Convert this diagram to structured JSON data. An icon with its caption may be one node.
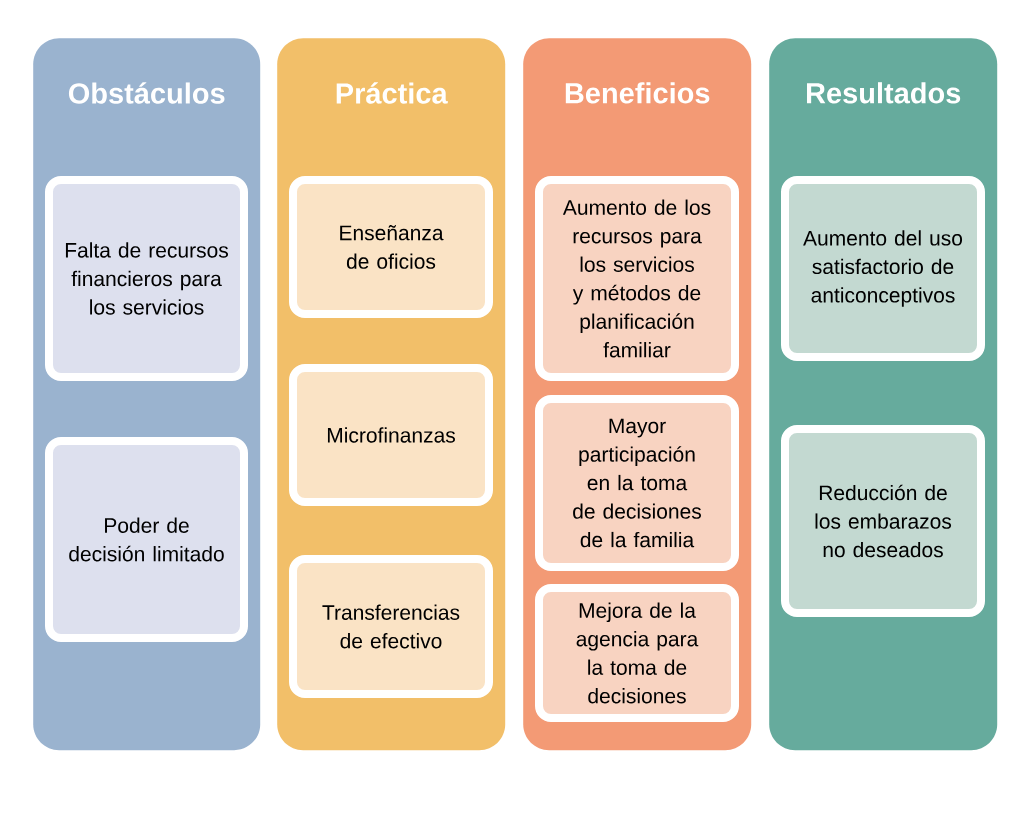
{
  "diagram": {
    "nodes": [
      {
        "text": [
          "Obstáculos"
        ]
      },
      {
        "text": [
          "Falta de recursos financieros para los servicios"
        ],
        "in": 0
      },
      {
        "text": [
          "Poder de decisión limitado"
        ],
        "in": 0
      },
      {
        "text": [
          "Práctica"
        ]
      },
      {
        "text": [
          "Enseñanza de oficios"
        ],
        "in": 3
      },
      {
        "text": [
          "Microfinanzas"
        ],
        "in": 3
      },
      {
        "text": [
          "Transferencias de efectivo"
        ],
        "in": 3
      },
      {
        "text": [
          "Beneficios"
        ]
      },
      {
        "text": [
          "Aumento de los recursos para los servicios y métodos de planificación familiar"
        ],
        "in": 7
      },
      {
        "text": [
          "Mayor participación en la toma de decisiones de la familia"
        ],
        "in": 7
      },
      {
        "text": [
          "Mejora de la agencia para la toma de decisiones"
        ],
        "in": 7
      },
      {
        "text": [
          "Resultados"
        ]
      },
      {
        "text": [
          "Aumento del uso satisfactorio de anticonceptivos"
        ],
        "in": 11
      },
      {
        "text": [
          "Reducción de los embarazos no deseados"
        ],
        "in": 11
      }
    ]
  }
}
